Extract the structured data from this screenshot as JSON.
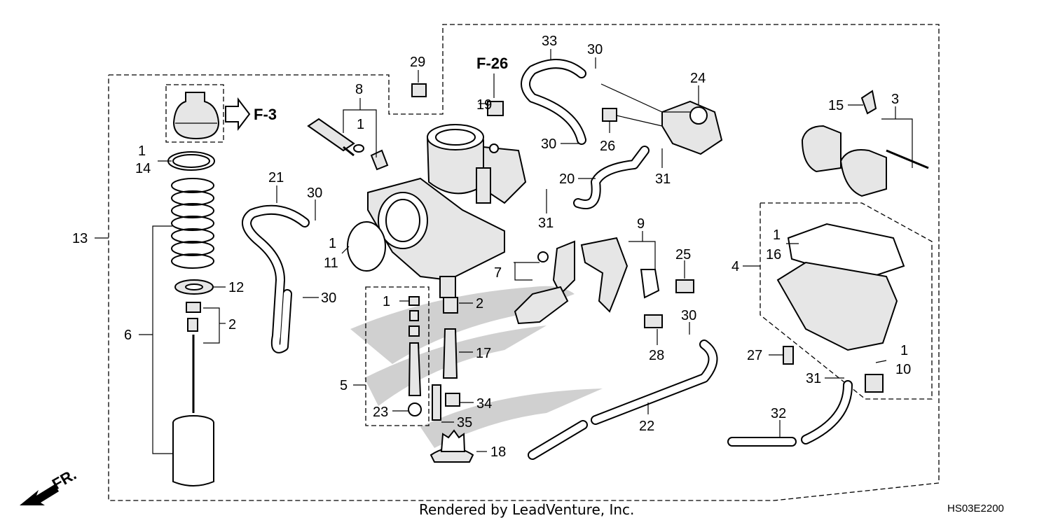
{
  "diagram": {
    "callouts": [
      "1",
      "2",
      "3",
      "4",
      "5",
      "6",
      "7",
      "8",
      "9",
      "10",
      "11",
      "12",
      "13",
      "14",
      "15",
      "16",
      "17",
      "18",
      "19",
      "20",
      "21",
      "22",
      "23",
      "24",
      "25",
      "26",
      "27",
      "28",
      "29",
      "30",
      "31",
      "32",
      "33",
      "34",
      "35"
    ],
    "references": {
      "f3": "F-3",
      "f26": "F-26"
    },
    "orientation": "FR.",
    "footer": "Rendered by LeadVenture, Inc.",
    "diagram_code": "HS03E2200"
  }
}
